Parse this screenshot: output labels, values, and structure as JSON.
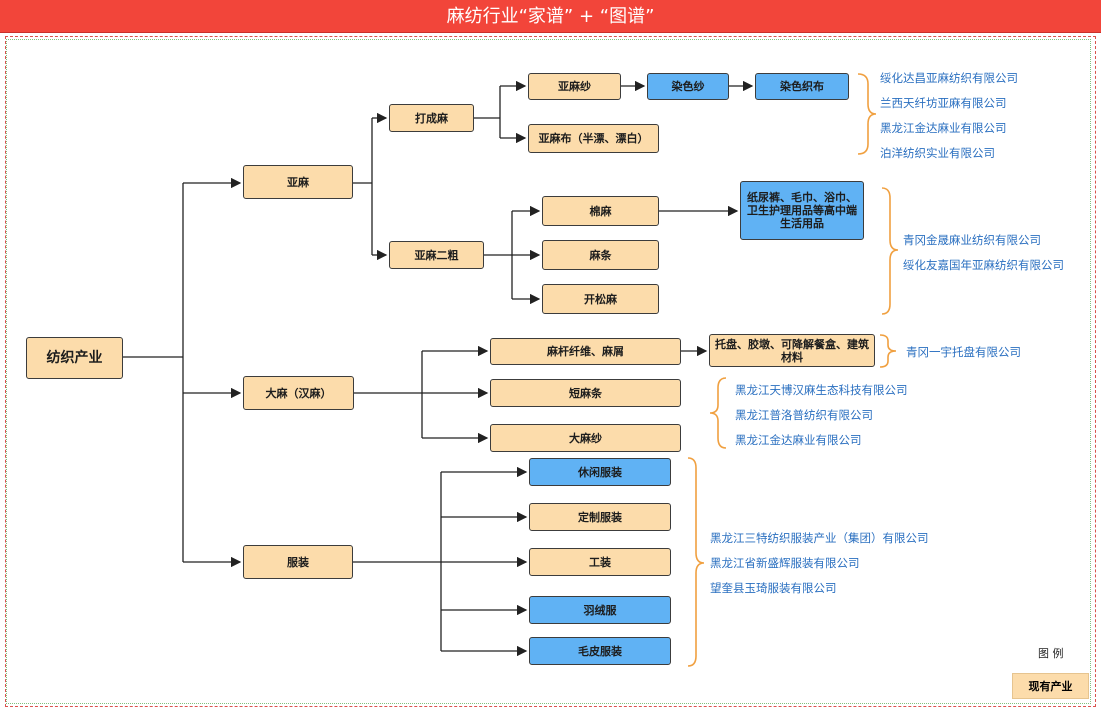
{
  "title": "麻纺行业“家谱” + “图谱”",
  "colors": {
    "existing": "#fcdcab",
    "new": "#60b2f4",
    "header": "#f2453a",
    "bracket": "#f0a040",
    "company_text": "#2a6fc0"
  },
  "nodes": {
    "textile": "纺织产业",
    "flax": "亚麻",
    "hemp": "大麻（汉麻）",
    "apparel": "服装",
    "scutched_flax": "打成麻",
    "flax_tow": "亚麻二粗",
    "linen_yarn": "亚麻纱",
    "dyed_yarn": "染色纱",
    "dyed_fabric": "染色织布",
    "linen_cloth": "亚麻布（半漂、漂白）",
    "cotton_linen": "棉麻",
    "linen_sliver": "麻条",
    "opened_linen": "开松麻",
    "hygiene_products": "纸尿裤、毛巾、浴巾、卫生护理用品等高中端生活用品",
    "hemp_stalk_fiber": "麻杆纤维、麻屑",
    "short_sliver": "短麻条",
    "hemp_yarn": "大麻纱",
    "pallet_materials": "托盘、胶墩、可降解餐盒、建筑材料",
    "casual_wear": "休闲服装",
    "custom_wear": "定制服装",
    "workwear": "工装",
    "down_wear": "羽绒服",
    "fur_wear": "毛皮服装"
  },
  "companies": {
    "linen_group": [
      "绥化达昌亚麻纺织有限公司",
      "兰西天纤坊亚麻有限公司",
      "黑龙江金达麻业有限公司",
      "泊洋纺织实业有限公司"
    ],
    "tow_group": [
      "青冈金晟麻业纺织有限公司",
      "绥化友嘉国年亚麻纺织有限公司"
    ],
    "pallet_group": [
      "青冈一宇托盘有限公司"
    ],
    "hemp_group": [
      "黑龙江天博汉麻生态科技有限公司",
      "黑龙江普洛普纺织有限公司",
      "黑龙江金达麻业有限公司"
    ],
    "apparel_group": [
      "黑龙江三特纺织服装产业（集团）有限公司",
      "黑龙江省新盛辉服装有限公司",
      "望奎县玉琦服装有限公司"
    ]
  },
  "legend": {
    "title": "图 例",
    "existing_label": "现有产业"
  }
}
